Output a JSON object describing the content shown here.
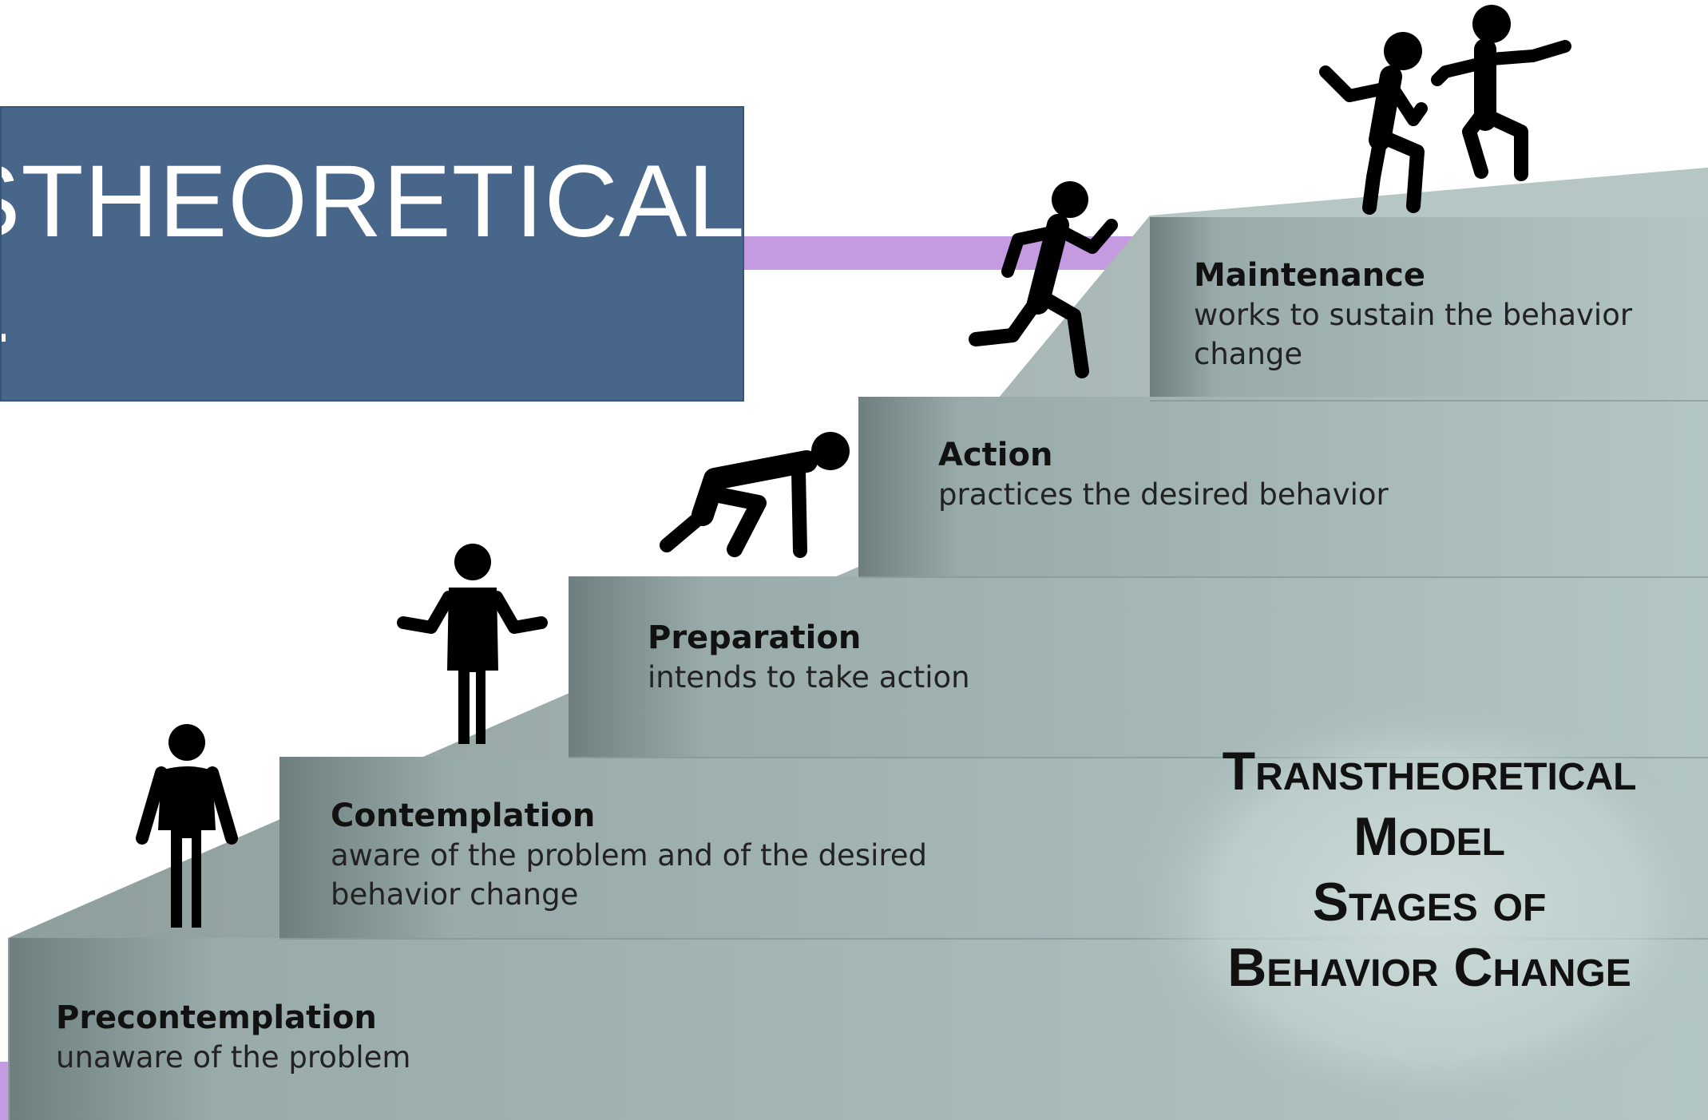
{
  "title_box": {
    "text": "STHEORETICAL\nL"
  },
  "stages": [
    {
      "id": "precontemplation",
      "name": "Precontemplation",
      "description": "unaware of the problem"
    },
    {
      "id": "contemplation",
      "name": "Contemplation",
      "description": "aware of the problem and of the desired behavior change"
    },
    {
      "id": "preparation",
      "name": "Preparation",
      "description": "intends to take action"
    },
    {
      "id": "action",
      "name": "Action",
      "description": "practices the desired behavior"
    },
    {
      "id": "maintenance",
      "name": "Maintenance",
      "description": "works to sustain the behavior change"
    }
  ],
  "model_label": {
    "line1": "Transtheoretical",
    "line2": "Model",
    "line3": "Stages of",
    "line4": "Behavior Change"
  },
  "colors": {
    "title_box": "#476689",
    "accent_line": "#c49ae0",
    "step_face": "#a3b7b7",
    "step_top": "#b4c4c3",
    "figure": "#000000"
  },
  "icons": [
    "standing-person-icon",
    "shrugging-person-icon",
    "crouching-person-icon",
    "running-person-icon",
    "dancing-people-icon"
  ]
}
